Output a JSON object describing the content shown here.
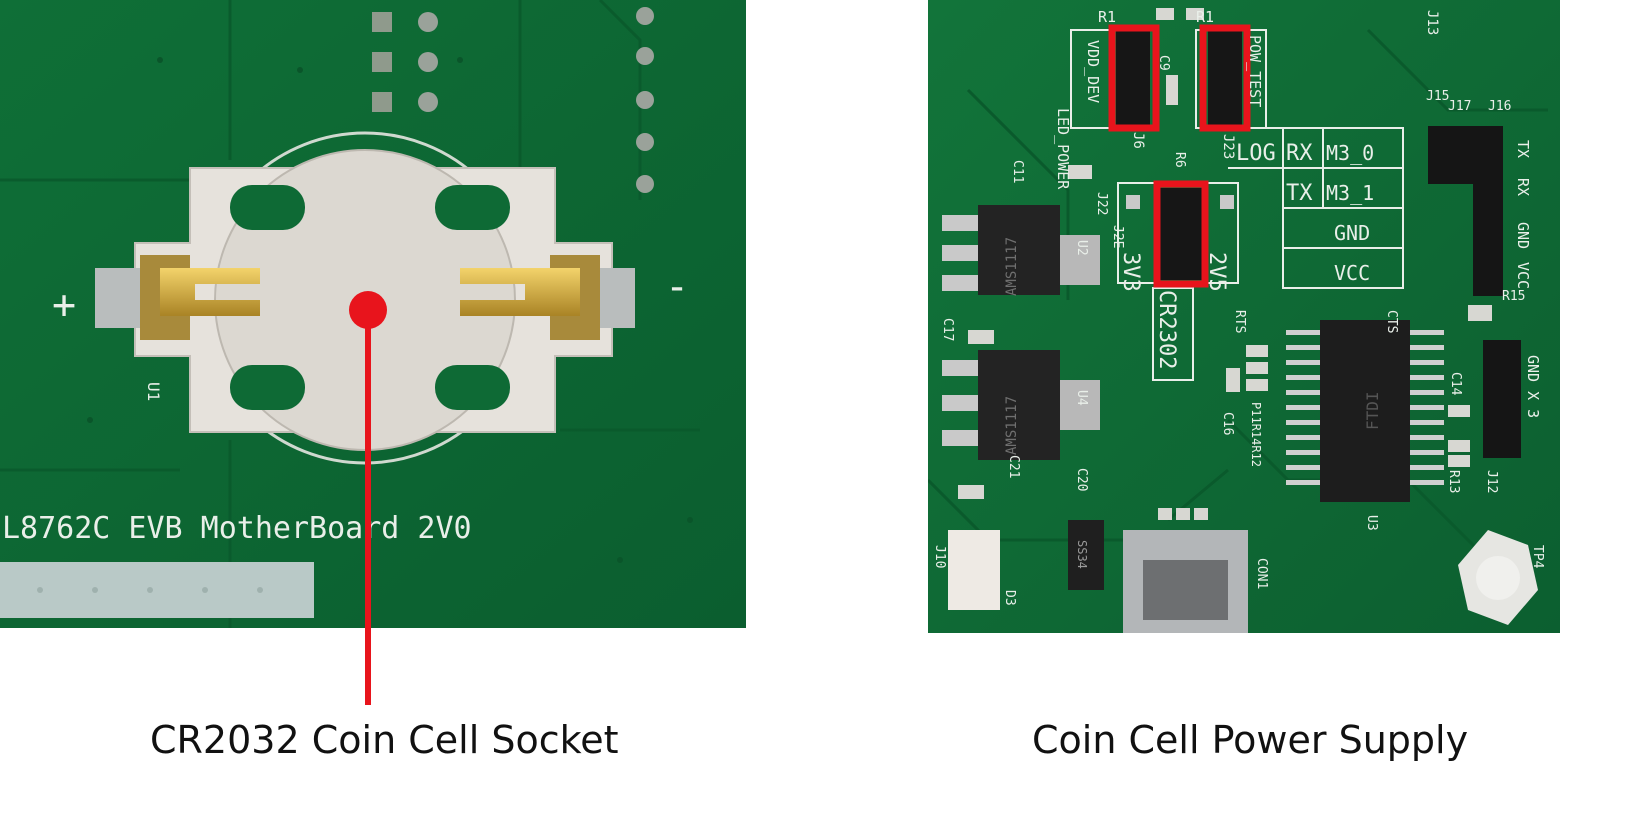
{
  "left_board": {
    "silkscreen_title": "L8762C EVB MotherBoard 2V0",
    "plus_mark": "+",
    "minus_mark": "-",
    "pad_label": "U1"
  },
  "right_board": {
    "labels": {
      "r1": "R1",
      "r1b": "R1",
      "vdd_dev": "VDD_DEV",
      "pow_test": "POW_TEST",
      "c9": "C9",
      "j6": "J6",
      "j23": "J23",
      "j13": "J13",
      "led_power": "LED_POWER",
      "r6": "R6",
      "c11": "C11",
      "j22": "J22",
      "j2e": "J2E",
      "v33": "3V3",
      "v25": "2V5",
      "cr2302": "CR2302",
      "log": "LOG",
      "rx": "RX",
      "tx": "TX",
      "m3_0": "M3_0",
      "m3_1": "M3_1",
      "gnd": "GND",
      "vcc": "VCC",
      "j15": "J15",
      "j17": "J17",
      "j16": "J16",
      "tx_side": "TX",
      "rx_side": "RX",
      "gnd_side": "GND",
      "vcc_side": "VCC",
      "r15": "R15",
      "u2": "U2",
      "u4": "U4",
      "c17": "C17",
      "c21": "C21",
      "c20": "C20",
      "rts": "RTS",
      "cts": "CTS",
      "c16": "C16",
      "p11r14r12": "P11R14R12",
      "c14": "C14",
      "r13": "R13",
      "gnd_x3": "GND X 3",
      "j12": "J12",
      "u3": "U3",
      "ftdi": "FTDI",
      "con1": "CON1",
      "j10": "J10",
      "d3": "D3",
      "tp4": "TP4",
      "ss34": "SS34",
      "ams_1": "AMS1117",
      "ams_2": "AMS1117"
    }
  },
  "captions": {
    "left": "CR2032 Coin Cell Socket",
    "right": "Coin Cell Power Supply"
  },
  "colors": {
    "pcb_green": "#0e6a35",
    "highlight_red": "#e8141c",
    "holder_white": "#e6e2dc",
    "gold": "#d8b54a"
  }
}
